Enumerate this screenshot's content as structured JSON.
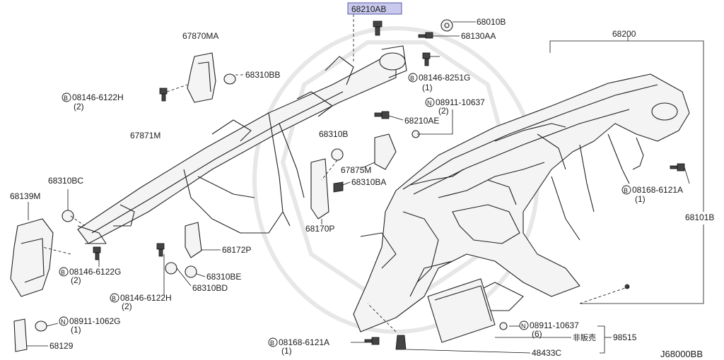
{
  "callouts": {
    "p68210AB": "68210AB",
    "p68010B": "68010B",
    "p68130AA": "68130AA",
    "p68200": "68200",
    "p67870MA": "67870MA",
    "p68310BB": "68310BB",
    "p08146_8251G": "08146-8251G",
    "p08146_8251G_q": "(1)",
    "p08146_6122H_top": "08146-6122H",
    "p08146_6122H_top_q": "(2)",
    "p08911_10637_top": "08911-10637",
    "p08911_10637_top_q": "(2)",
    "p68210AE": "68210AE",
    "p67871M": "67871M",
    "p68310B": "68310B",
    "p67875M": "67875M",
    "p68310BA": "68310BA",
    "p68310BC": "68310BC",
    "p68139M": "68139M",
    "p68170P": "68170P",
    "p08168_6121A_right": "08168-6121A",
    "p08168_6121A_right_q": "(1)",
    "p68101B": "68101B",
    "p68172P": "68172P",
    "p08146_6122G": "08146-6122G",
    "p08146_6122G_q": "(2)",
    "p68310BE": "68310BE",
    "p68310BD": "68310BD",
    "p08146_6122H_bottom": "08146-6122H",
    "p08146_6122H_bottom_q": "(2)",
    "p08911_1062G": "08911-1062G",
    "p08911_1062G_q": "(1)",
    "p68129": "68129",
    "p08911_10637_bottom": "08911-10637",
    "p08911_10637_bottom_q": "(6)",
    "p98515": "98515",
    "p_hanbai": "非販売",
    "p08168_6121A_bottom": "08168-6121A",
    "p08168_6121A_bottom_q": "(1)",
    "p48433C": "48433C"
  },
  "symbols": {
    "B": "B",
    "N": "N"
  },
  "diagram_code": "J68000BB",
  "highlight_color": "#c9c9ee"
}
